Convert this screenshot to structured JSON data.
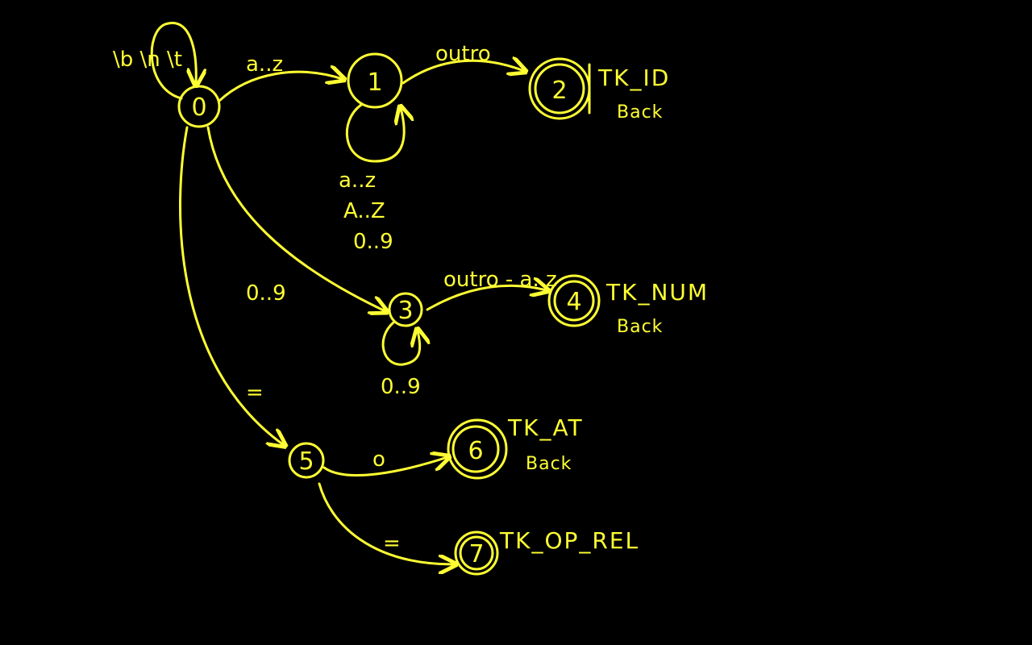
{
  "diagram": {
    "color": "#ffff33",
    "background": "#000000",
    "states": [
      {
        "id": "0",
        "label": "0",
        "final": false
      },
      {
        "id": "1",
        "label": "1",
        "final": false
      },
      {
        "id": "2",
        "label": "2",
        "final": true
      },
      {
        "id": "3",
        "label": "3",
        "final": false
      },
      {
        "id": "4",
        "label": "4",
        "final": true
      },
      {
        "id": "5",
        "label": "5",
        "final": false
      },
      {
        "id": "6",
        "label": "6",
        "final": true
      },
      {
        "id": "7",
        "label": "7",
        "final": true
      }
    ],
    "transitions": [
      {
        "id": "t00",
        "label": "\\b \\n \\t"
      },
      {
        "id": "t01",
        "label": "a..z"
      },
      {
        "id": "t11",
        "label_lines": [
          "a..z",
          "A..Z",
          "0..9"
        ]
      },
      {
        "id": "t12",
        "label": "outro"
      },
      {
        "id": "t03",
        "label": "0..9"
      },
      {
        "id": "t33",
        "label": "0..9"
      },
      {
        "id": "t34",
        "label": "outro - a..z"
      },
      {
        "id": "t05",
        "label": "="
      },
      {
        "id": "t56",
        "label": "o"
      },
      {
        "id": "t57",
        "label": "="
      }
    ],
    "tokens": [
      {
        "state": "2",
        "token": "TK_ID",
        "note": "Back"
      },
      {
        "state": "4",
        "token": "TK_NUM",
        "note": "Back"
      },
      {
        "state": "6",
        "token": "TK_AT",
        "note": "Back"
      },
      {
        "state": "7",
        "token": "TK_OP_REL",
        "note": ""
      }
    ]
  }
}
